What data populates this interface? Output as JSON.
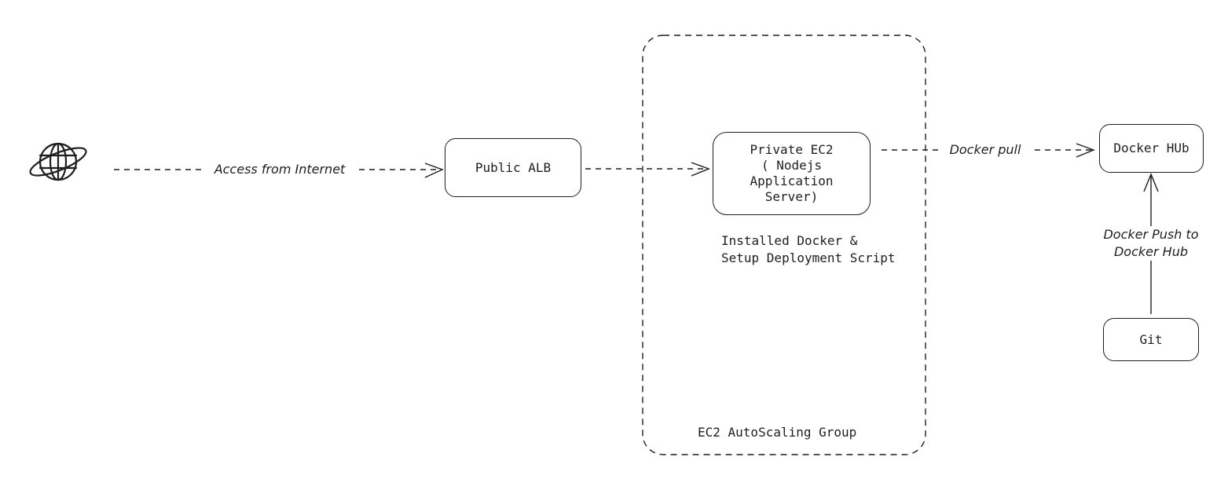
{
  "nodes": {
    "public_alb": "Public ALB",
    "private_ec2": "Private EC2\n( Nodejs\nApplication\nServer)",
    "docker_hub": "Docker HUb",
    "git": "Git"
  },
  "group": {
    "label": "EC2 AutoScaling Group"
  },
  "notes": {
    "ec2_setup": "Installed Docker &\nSetup Deployment Script"
  },
  "edges": {
    "internet_to_alb": "Access from Internet",
    "ec2_to_hub": "Docker pull",
    "git_to_hub": "Docker Push to\nDocker Hub"
  },
  "icons": {
    "internet": "globe-icon"
  },
  "colors": {
    "stroke": "#1e1e1e",
    "background": "#ffffff"
  }
}
